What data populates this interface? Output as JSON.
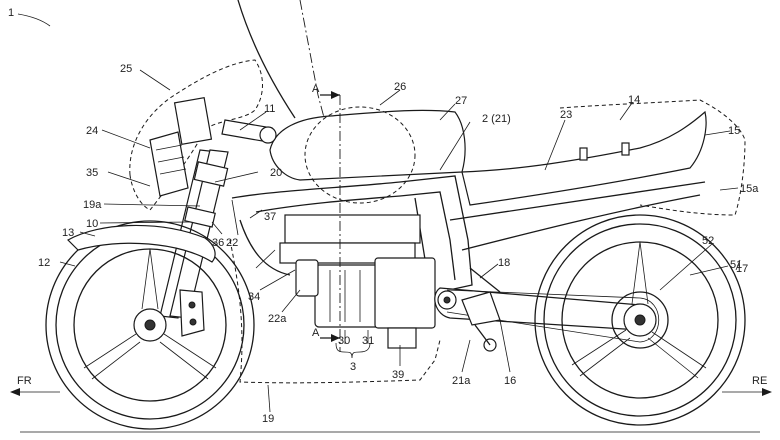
{
  "figure": {
    "labels": {
      "l1": "1",
      "l2": "2 (21)",
      "l3": "3",
      "l10": "10",
      "l11": "11",
      "l12": "12",
      "l13": "13",
      "l14": "14",
      "l15": "15",
      "l15a": "15a",
      "l16": "16",
      "l17": "17",
      "l18": "18",
      "l19": "19",
      "l19a": "19a",
      "l20": "20",
      "l21a": "21a",
      "l22": "22",
      "l22a": "22a",
      "l23": "23",
      "l24": "24",
      "l25": "25",
      "l26": "26",
      "l27": "27",
      "l30": "30",
      "l31": "31",
      "l34": "34",
      "l35": "35",
      "l36": "36",
      "l37": "37",
      "l39": "39",
      "l51": "51",
      "l52": "52",
      "sectionA1": "A",
      "sectionA2": "A"
    },
    "directions": {
      "front": "FR",
      "rear": "RE"
    }
  }
}
